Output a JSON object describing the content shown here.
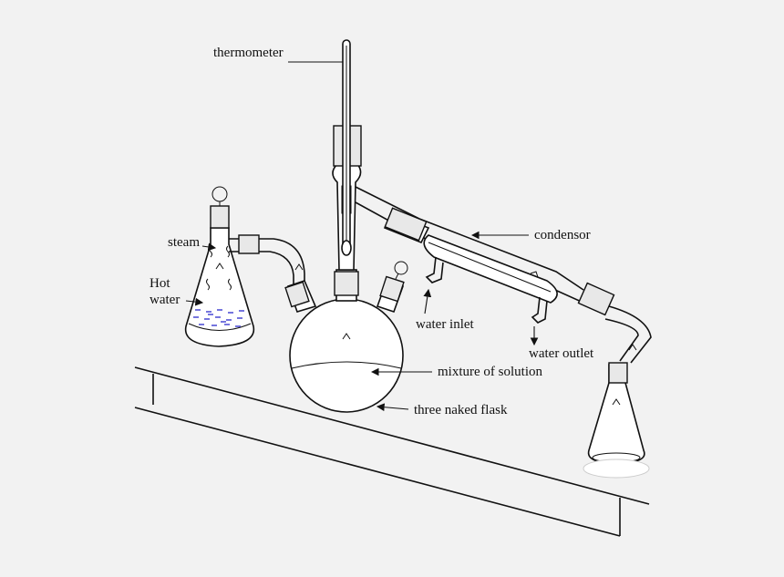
{
  "labels": {
    "thermometer": "thermometer",
    "condensor": "condensor",
    "steam": "steam",
    "hot_water_line1": "Hot",
    "hot_water_line2": "water",
    "water_inlet": "water inlet",
    "water_outlet": "water outlet",
    "mixture": "mixture of solution",
    "flask": "three naked flask"
  },
  "colors": {
    "background": "#f2f2f2",
    "line": "#111111",
    "hot_water": "#3a3ad0",
    "cork": "#e8e8e8"
  }
}
